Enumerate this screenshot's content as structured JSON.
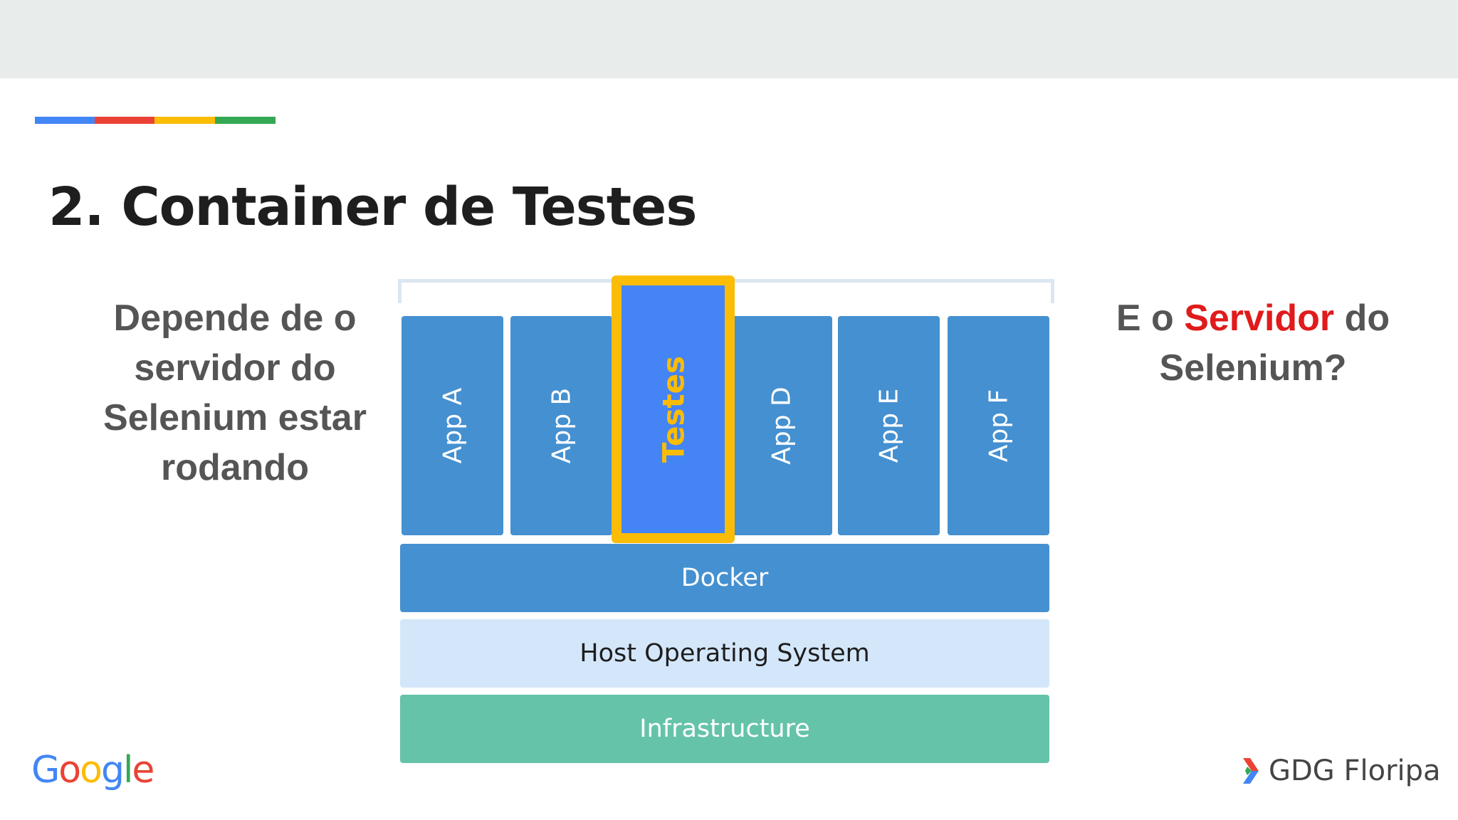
{
  "slide": {
    "title": "2. Container de Testes",
    "left_text": "Depende de o servidor do Selenium estar rodando",
    "right_text": {
      "before": "E o",
      "highlight": "Servidor",
      "after": "do Selenium?"
    }
  },
  "diagram": {
    "apps": [
      {
        "label": "App A"
      },
      {
        "label": "App B"
      },
      {
        "label": "Testes",
        "highlighted": true
      },
      {
        "label": "App D"
      },
      {
        "label": "App E"
      },
      {
        "label": "App F"
      }
    ],
    "layers": {
      "docker": "Docker",
      "host_os": "Host Operating System",
      "infrastructure": "Infrastructure"
    }
  },
  "branding": {
    "google_letters": [
      "G",
      "o",
      "o",
      "g",
      "l",
      "e"
    ],
    "gdg": "GDG Floripa"
  },
  "colors": {
    "google_blue": "#4285f4",
    "google_red": "#ea4335",
    "google_yellow": "#fbbc05",
    "google_green": "#34a853",
    "app_block": "#4590d0",
    "highlight": "#fbbc05",
    "host_os": "#d4e7fa",
    "infrastructure": "#65c3aa",
    "accent_red": "#e01b1b"
  }
}
